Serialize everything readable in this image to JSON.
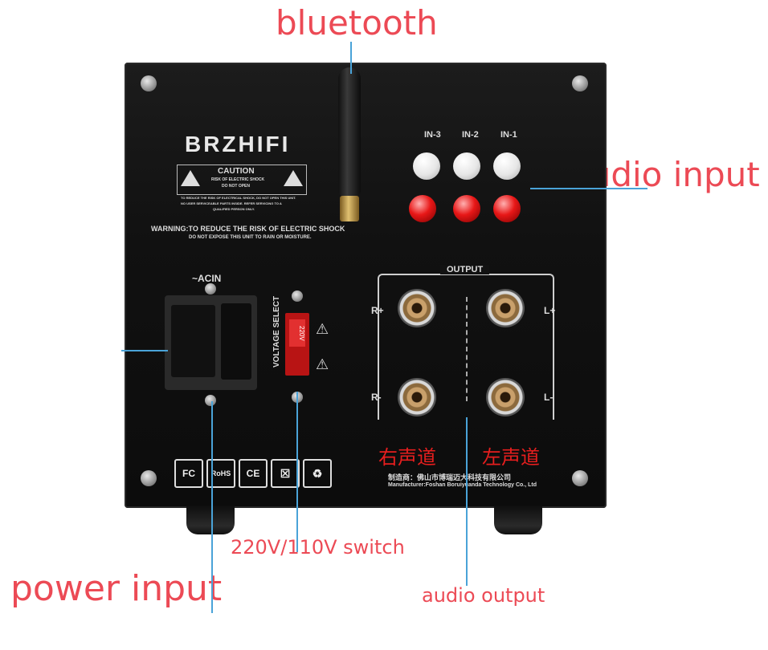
{
  "callouts": {
    "bluetooth": "bluetooth",
    "audio_input": "audio input",
    "switch": "220V/110V switch",
    "power_input": "power input",
    "audio_output": "audio output"
  },
  "panel": {
    "brand": "BRZHIFI",
    "caution": "CAUTION",
    "caution_sub1": "RISK OF ELECTRIC SHOCK",
    "caution_sub2": "DO NOT OPEN",
    "caution_note1": "TO REDUCE THE RISK OF ELECTRICAL SHOCK, DO NOT OPEN THIS UNIT.",
    "caution_note2": "NO USER SERVICEABLE PARTS INSIDE. REFER SERVICING TO A",
    "caution_note3": "QUALIFIED PERSON ONLY.",
    "warning": "WARNING:TO REDUCE THE RISK OF ELECTRIC SHOCK",
    "warning_sub": "DO NOT EXPOSE THIS UNIT TO RAIN OR MOISTURE.",
    "inputs": [
      "IN-3",
      "IN-2",
      "IN-1"
    ],
    "output": "OUTPUT",
    "r_plus": "R+",
    "l_plus": "L+",
    "r_minus": "R-",
    "l_minus": "L-",
    "acin": "~ACIN",
    "voltage_select": "VOLTAGE SELECT",
    "switch_value": "220V",
    "right_channel": "右声道",
    "left_channel": "左声道",
    "maker_cn": "制造商：佛山市博瑞迈大科技有限公司",
    "maker_en": "Manufacturer:Foshan Boruiyuanda Technology Co., Ltd",
    "certs": [
      "FC",
      "RoHS",
      "CE",
      "WEEE",
      "recycle"
    ]
  },
  "colors": {
    "callout": "#ec4a55",
    "leader": "#4aa3d8",
    "panel": "#111111"
  }
}
